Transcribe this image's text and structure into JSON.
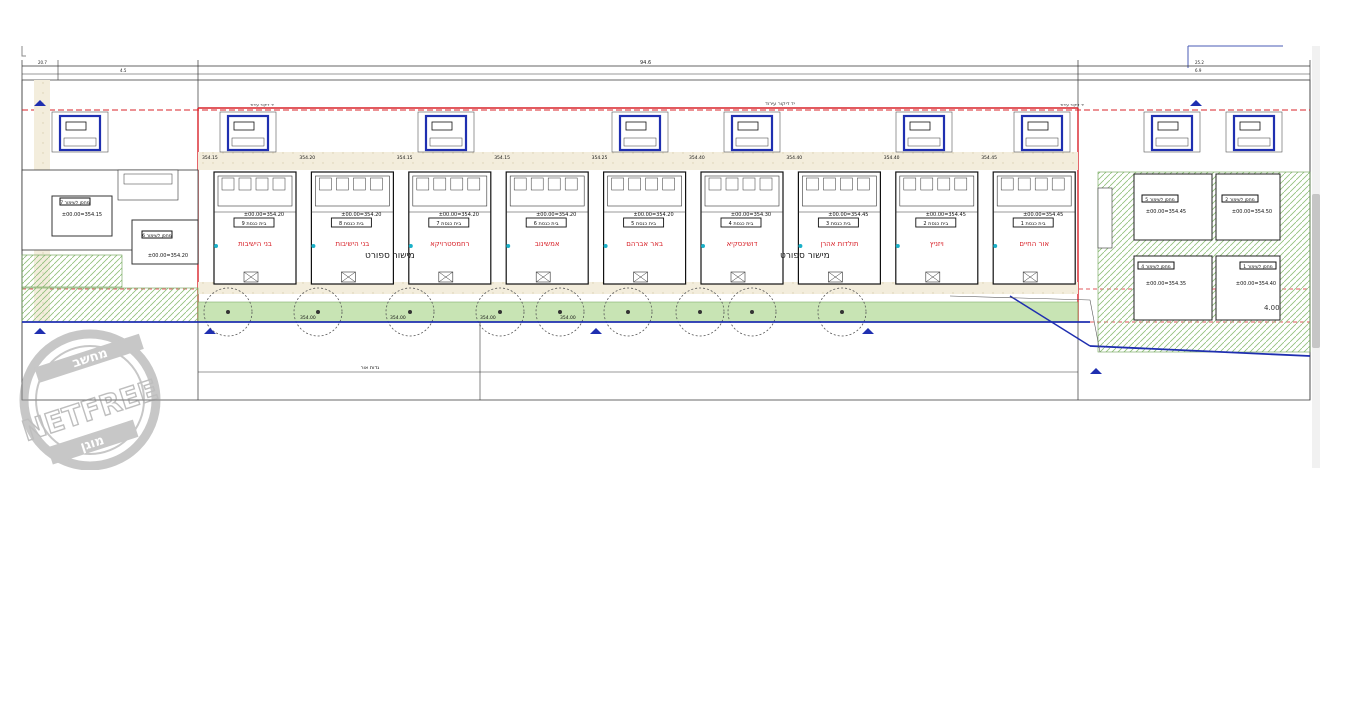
{
  "plan": {
    "overall_dim": "94.6",
    "dims_top": [
      "20.7",
      "4.5",
      "25.2",
      "6.9"
    ],
    "top_street": "יד דיקור עירוד",
    "front_street": "גדות אור",
    "units": [
      {
        "name": "בני הישיבות",
        "id": "בית כנסת 9",
        "level": "±00.00=354.20",
        "top_level": "354.15"
      },
      {
        "name": "בני הישיבות",
        "id": "בית כנסת 8",
        "level": "±00.00=354.20",
        "top_level": "354.20"
      },
      {
        "name": "רחמסטרויקא",
        "id": "בית כנסת 7",
        "level": "±00.00=354.20",
        "top_level": "354.15"
      },
      {
        "name": "אמשינוב",
        "id": "בית כנסת 6",
        "level": "±00.00=354.20",
        "top_level": "354.15"
      },
      {
        "name": "באר אברהם",
        "id": "בית כנסת 5",
        "level": "±00.00=354.20",
        "top_level": "354.25"
      },
      {
        "name": "דושינסקיא",
        "id": "בית כנסת 4",
        "level": "±00.00=354.30",
        "top_level": "354.40"
      },
      {
        "name": "תולדות אהרן",
        "id": "בית כנסת 3",
        "level": "±00.00=354.45",
        "top_level": "354.40"
      },
      {
        "name": "ויזניץ",
        "id": "בית כנסת 2",
        "level": "±00.00=354.45",
        "top_level": "354.40"
      },
      {
        "name": "אור החיים",
        "id": "בית כנסת 1",
        "level": "±00.00=354.45",
        "top_level": "354.45"
      }
    ],
    "mid_label_1": "מישור ספורט",
    "mid_label_2": "מישור ספורט",
    "left_blocks": [
      {
        "id": "מחסן לשימור 7",
        "level": "±00.00=354.15"
      },
      {
        "id": "מחסן לשימור 6",
        "level": "±00.00=354.20"
      }
    ],
    "right_blocks": [
      {
        "id": "מחסן לשימור 5",
        "level": "±00.00=354.45"
      },
      {
        "id": "מחסן לשימור 2",
        "level": "±00.00=354.50"
      },
      {
        "id": "מחסן לשימור 4",
        "level": "±00.00=354.35"
      },
      {
        "id": "מחסן לשימור 1",
        "level": "±00.00=354.40"
      }
    ],
    "right_dim": "4.00",
    "bottom_levels": [
      "354.00",
      "354.00",
      "354.00",
      "354.00"
    ],
    "stamp": {
      "top": "מחשב",
      "middle": "NETFREE",
      "bottom": "מוגן"
    }
  }
}
